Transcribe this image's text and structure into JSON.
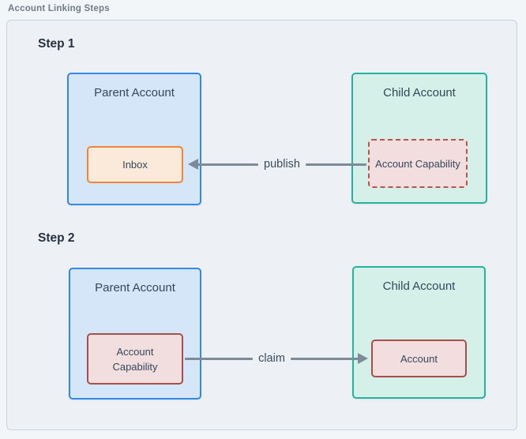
{
  "diagram": {
    "title": "Account Linking Steps",
    "steps": [
      {
        "label": "Step 1",
        "parent": {
          "title": "Parent Account",
          "node": "Inbox"
        },
        "child": {
          "title": "Child Account",
          "node": "Account Capability",
          "node_style": "dashed"
        },
        "arrow": {
          "label": "publish",
          "direction": "right-to-left"
        }
      },
      {
        "label": "Step 2",
        "parent": {
          "title": "Parent Account",
          "node": "Account Capability"
        },
        "child": {
          "title": "Child Account",
          "node": "Account"
        },
        "arrow": {
          "label": "claim",
          "direction": "left-to-right"
        }
      }
    ]
  },
  "colors": {
    "page-bg": "#f3f6f9",
    "panel-bg": "#edf1f6",
    "panel-border": "#c9d3dc",
    "label-gray": "#6e7b89",
    "heading": "#27313d",
    "text-dark": "#33475b",
    "parent-fill": "#d4e6f8",
    "parent-border": "#3489e2",
    "child-fill": "#d4f0e9",
    "child-border": "#25b39c",
    "inbox-fill": "#fbe9d9",
    "inbox-border": "#ee8537",
    "pink-fill": "#f3dedf",
    "pink-border": "#a94f4b",
    "pink-border-dashed": "#b5554f",
    "arrow": "#7d8b99"
  }
}
